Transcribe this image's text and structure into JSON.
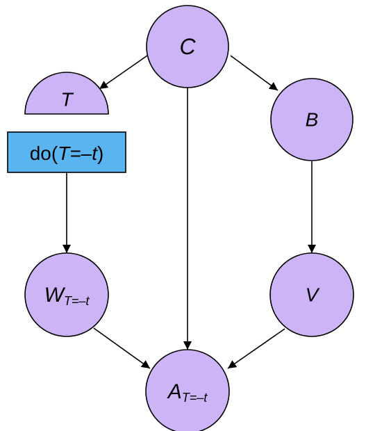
{
  "colors": {
    "node_fill": "#cdb4f6",
    "intervention_fill": "#5ab4f0",
    "stroke": "#000000"
  },
  "nodes": {
    "c": {
      "label": "C"
    },
    "t": {
      "label": "T"
    },
    "b": {
      "label": "B"
    },
    "intervention": {
      "prefix": "do(",
      "variable": "T",
      "value": "=–t",
      "suffix": ")"
    },
    "w": {
      "label": "W",
      "subscript": "T=–t"
    },
    "v": {
      "label": "V"
    },
    "a": {
      "label": "A",
      "subscript": "T=–t"
    }
  },
  "edges": [
    {
      "from": "C",
      "to": "T"
    },
    {
      "from": "C",
      "to": "B"
    },
    {
      "from": "C",
      "to": "A"
    },
    {
      "from": "do",
      "to": "W"
    },
    {
      "from": "B",
      "to": "V"
    },
    {
      "from": "W",
      "to": "A"
    },
    {
      "from": "V",
      "to": "A"
    }
  ]
}
